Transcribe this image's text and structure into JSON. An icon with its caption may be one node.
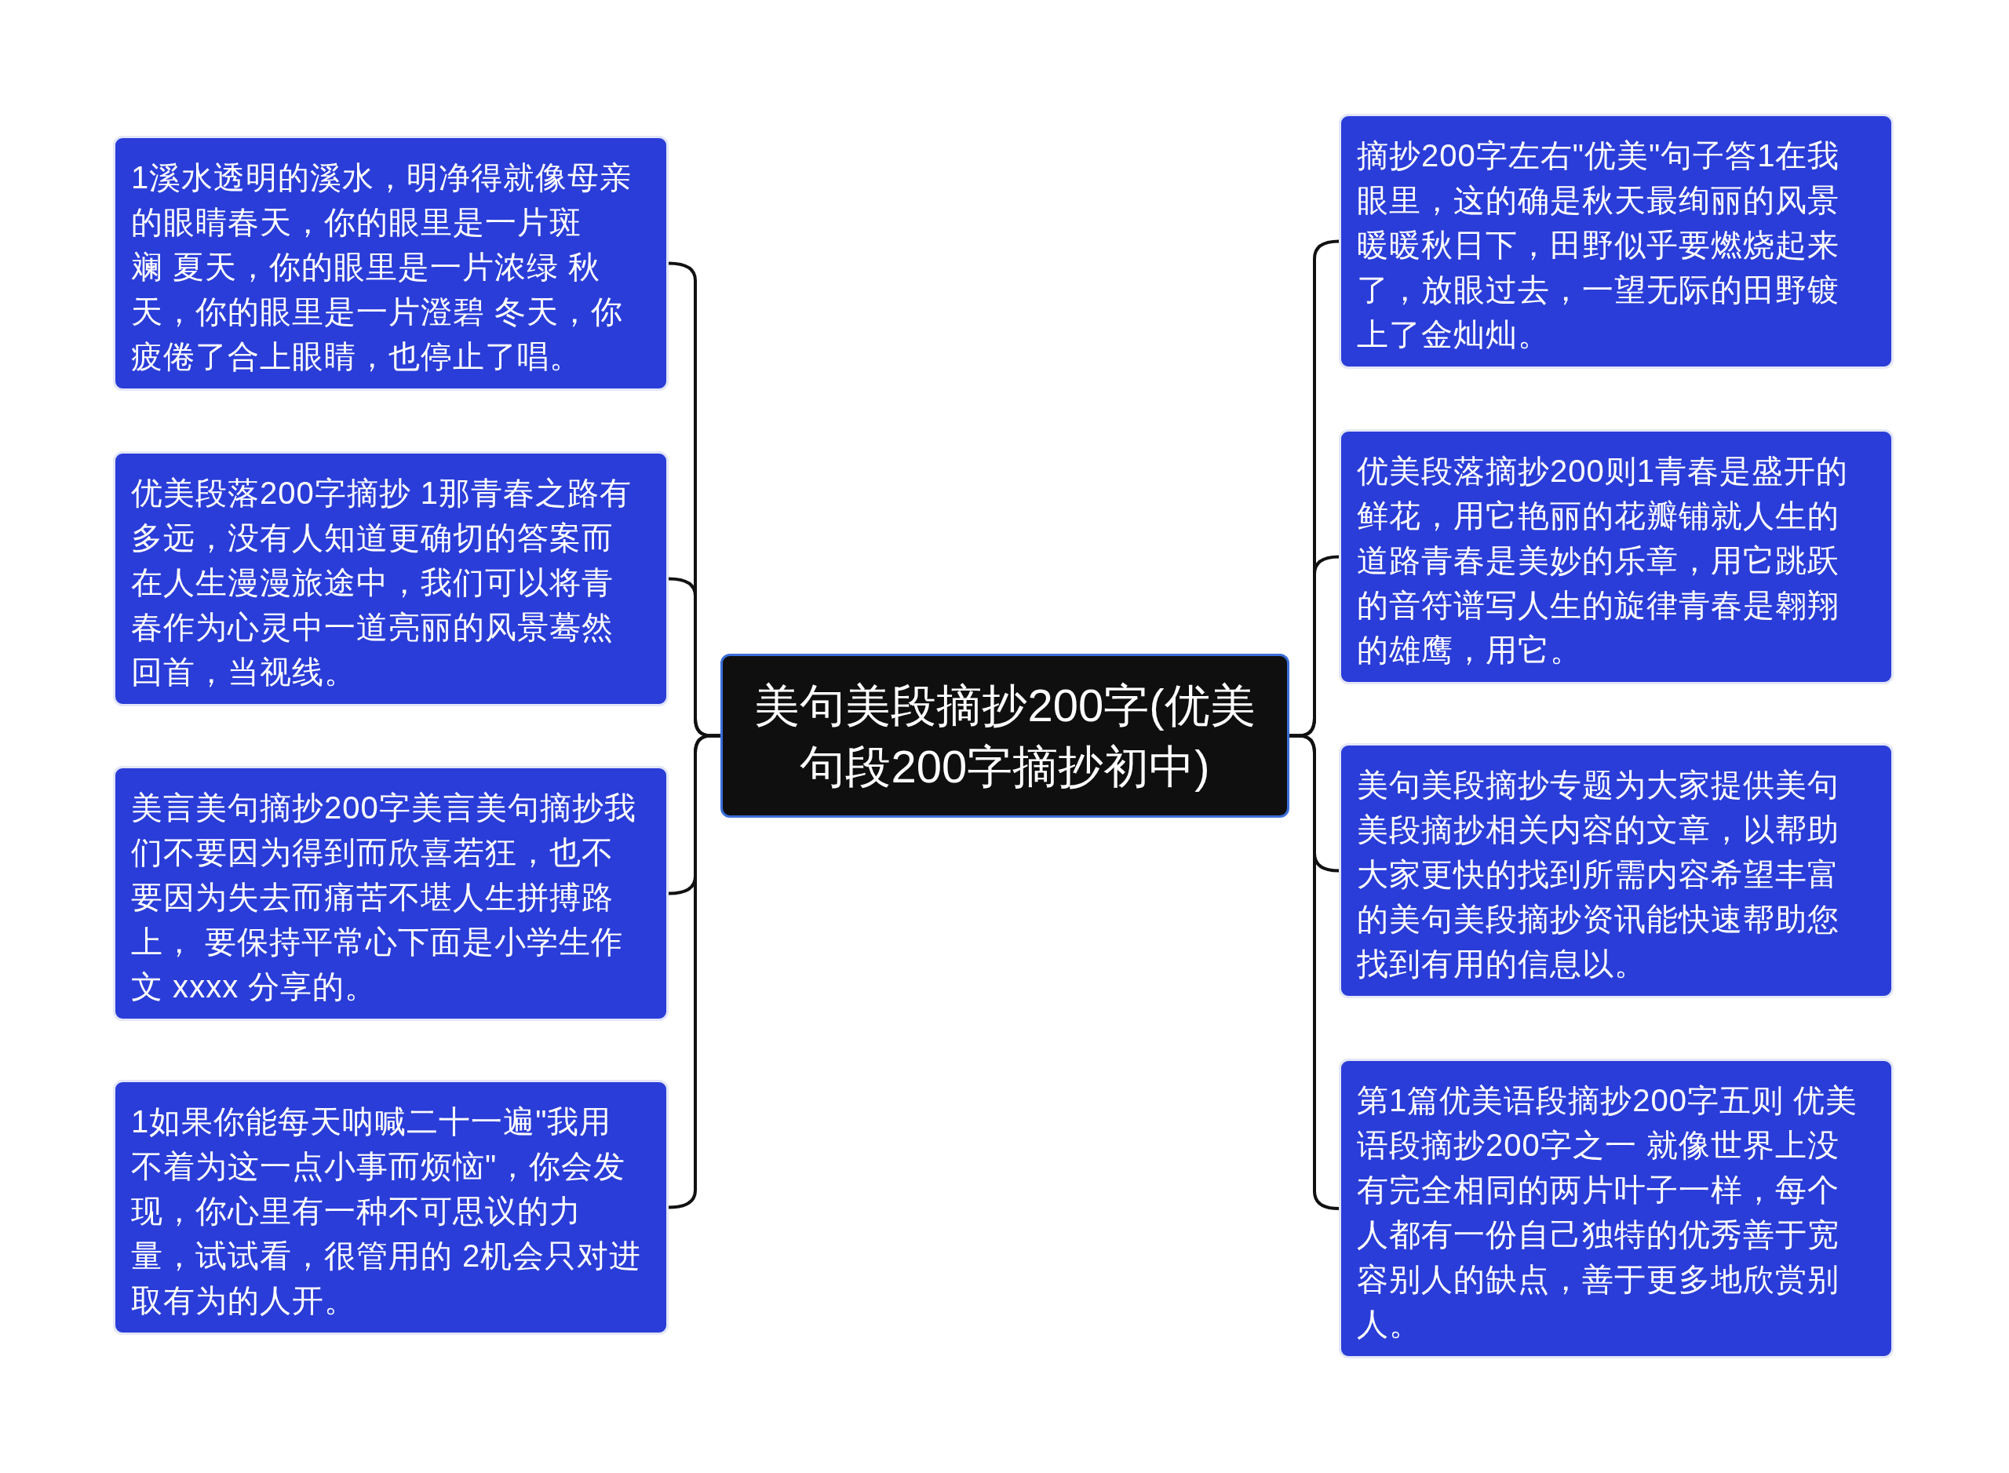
{
  "diagram": {
    "nodes": [
      {
        "text": [
          "美句美段摘抄200字(优美句段200字摘抄初中)"
        ]
      },
      {
        "text": [
          "1溪水透明的溪水，明净得就像母亲的眼睛春天，你的眼里是一片斑斓 夏天，你的眼里是一片浓绿 秋天，你的眼里是一片澄碧 冬天，你疲倦了合上眼睛，也停止了唱。"
        ]
      },
      {
        "text": [
          "优美段落200字摘抄 1那青春之路有多远，没有人知道更确切的答案而在人生漫漫旅途中，我们可以将青春作为心灵中一道亮丽的风景蓦然回首，当视线。"
        ]
      },
      {
        "text": [
          "美言美句摘抄200字美言美句摘抄我们不要因为得到而欣喜若狂，也不要因为失去而痛苦不堪人生拼搏路上， 要保持平常心下面是小学生作文 xxxx 分享的。"
        ]
      },
      {
        "text": [
          "1如果你能每天呐喊二十一遍\"我用不着为这一点小事而烦恼\"，你会发现，你心里有一种不可思议的力量，试试看，很管用的 2机会只对进取有为的人开。"
        ]
      },
      {
        "text": [
          "摘抄200字左右\"优美\"句子答1在我眼里，这的确是秋天最绚丽的风景暖暖秋日下，田野似乎要燃烧起来了，放眼过去，一望无际的田野镀上了金灿灿。"
        ]
      },
      {
        "text": [
          "优美段落摘抄200则1青春是盛开的鲜花，用它艳丽的花瓣铺就人生的道路青春是美妙的乐章，用它跳跃的音符谱写人生的旋律青春是翱翔的雄鹰，用它。"
        ]
      },
      {
        "text": [
          "美句美段摘抄专题为大家提供美句美段摘抄相关内容的文章，以帮助大家更快的找到所需内容希望丰富的美句美段摘抄资讯能快速帮助您找到有用的信息以。"
        ]
      },
      {
        "text": [
          "第1篇优美语段摘抄200字五则 优美语段摘抄200字之一 就像世界上没有完全相同的两片叶子一样，每个人都有一份自己独特的优秀善于宽容别人的缺点，善于更多地欣赏别人。"
        ]
      }
    ],
    "edges": [
      {
        "from": 0,
        "to": 1,
        "arrow": "none"
      },
      {
        "from": 0,
        "to": 2,
        "arrow": "none"
      },
      {
        "from": 0,
        "to": 3,
        "arrow": "none"
      },
      {
        "from": 0,
        "to": 4,
        "arrow": "none"
      },
      {
        "from": 0,
        "to": 5,
        "arrow": "none"
      },
      {
        "from": 0,
        "to": 6,
        "arrow": "none"
      },
      {
        "from": 0,
        "to": 7,
        "arrow": "none"
      },
      {
        "from": 0,
        "to": 8,
        "arrow": "none"
      }
    ]
  }
}
